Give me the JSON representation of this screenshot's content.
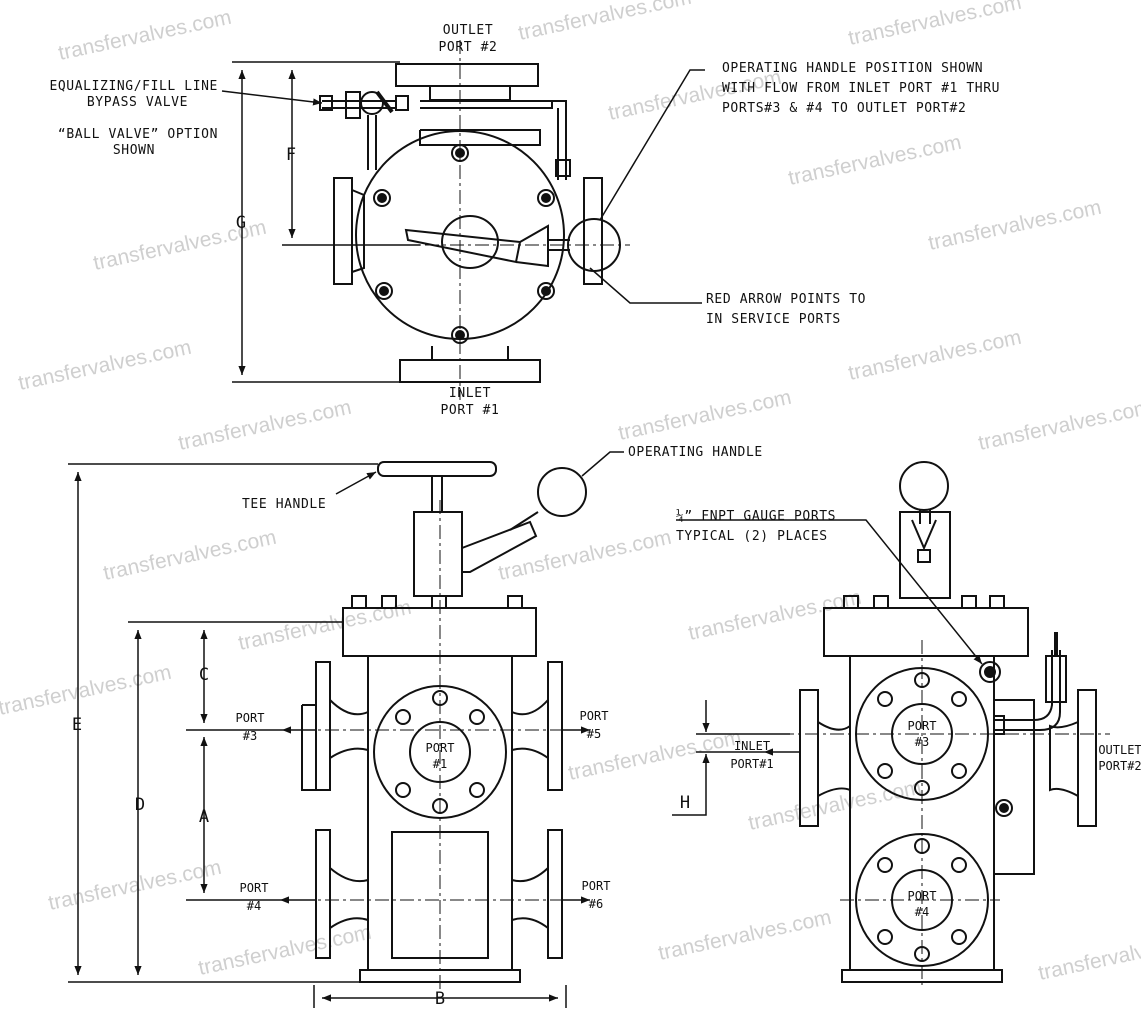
{
  "watermark": "transfervalves.com",
  "top_view": {
    "outlet_port2": [
      "OUTLET",
      "PORT #2"
    ],
    "inlet_port1": [
      "INLET",
      "PORT #1"
    ],
    "bypass_valve": [
      "EQUALIZING/FILL LINE",
      "BYPASS VALVE"
    ],
    "ball_valve_option": [
      "“BALL VALVE” OPTION",
      "SHOWN"
    ],
    "handle_position_note": [
      "OPERATING HANDLE POSITION SHOWN",
      "WITH FLOW FROM INLET PORT #1 THRU",
      "PORTS#3 & #4 TO OUTLET PORT#2"
    ],
    "red_arrow_note": [
      "RED ARROW POINTS TO",
      "IN SERVICE PORTS"
    ],
    "dim_f": "F",
    "dim_g": "G"
  },
  "front_view": {
    "operating_handle": "OPERATING HANDLE",
    "tee_handle": "TEE HANDLE",
    "port1": [
      "PORT",
      "#1"
    ],
    "port3": [
      "PORT",
      "#3"
    ],
    "port4": [
      "PORT",
      "#4"
    ],
    "port5": [
      "PORT",
      "#5"
    ],
    "port6": [
      "PORT",
      "#6"
    ],
    "dim_e": "E",
    "dim_d": "D",
    "dim_c": "C",
    "dim_a": "A",
    "dim_b": "B"
  },
  "side_view": {
    "gauge_ports": [
      "¼” FNPT GAUGE PORTS",
      "TYPICAL (2) PLACES"
    ],
    "inlet_port1": [
      "INLET",
      "PORT#1"
    ],
    "outlet_port2": [
      "OUTLET",
      "PORT#2"
    ],
    "port3": [
      "PORT",
      "#3"
    ],
    "port4": [
      "PORT",
      "#4"
    ],
    "dim_h": "H"
  }
}
